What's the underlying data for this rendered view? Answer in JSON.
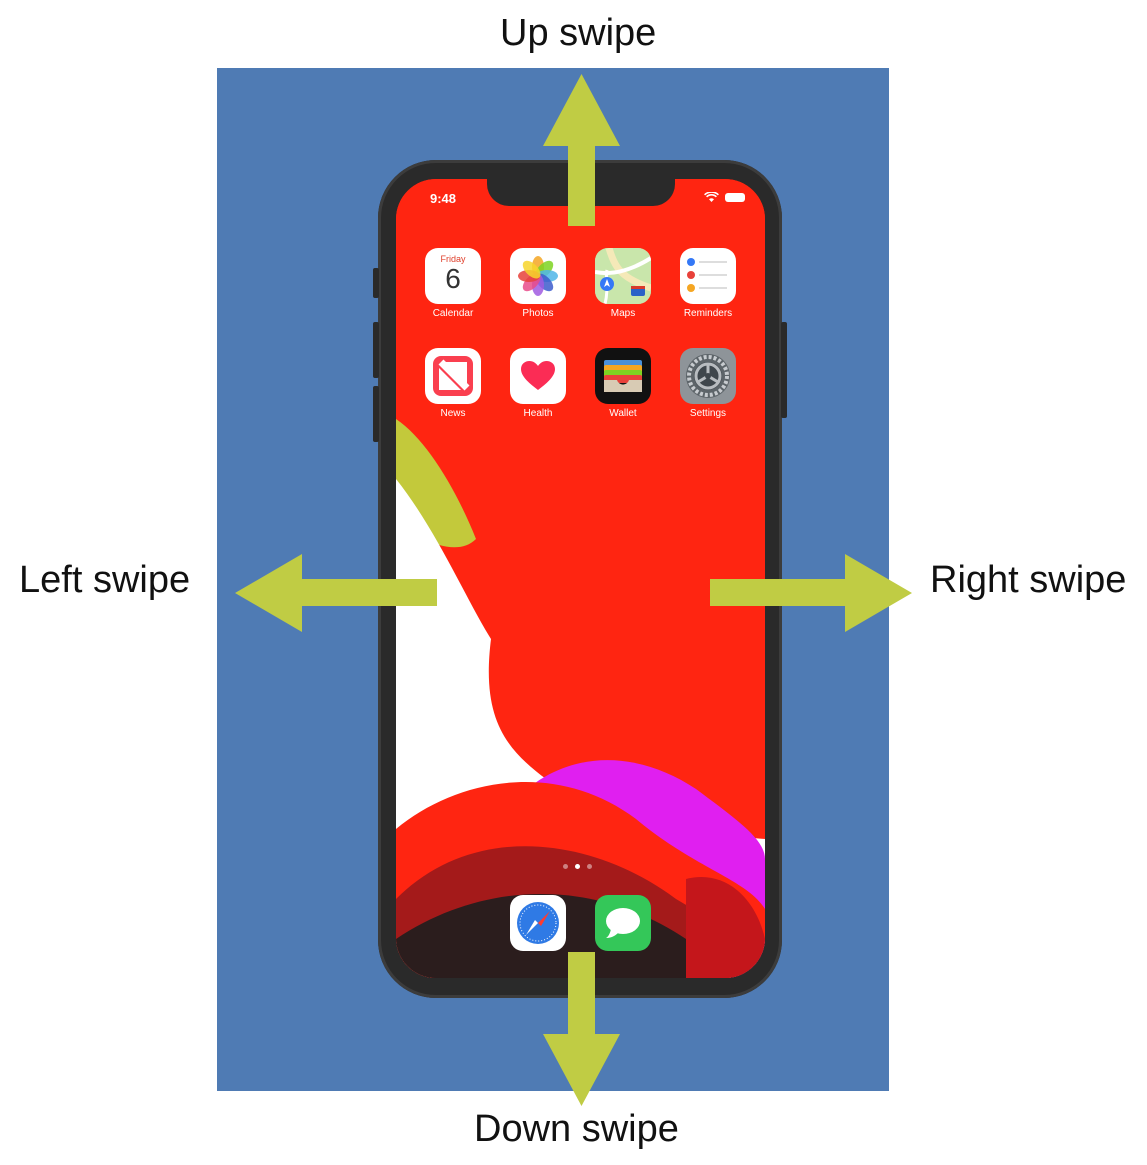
{
  "labels": {
    "up": "Up swipe",
    "down": "Down swipe",
    "left": "Left swipe",
    "right": "Right swipe"
  },
  "colors": {
    "backdrop": "#4f7bb4",
    "arrow": "#c0cc44",
    "screen": "#ff2511",
    "phone_frame": "#2a2a2a"
  },
  "phone": {
    "status_time": "9:48",
    "status_icons": [
      "wifi-icon",
      "battery-icon"
    ],
    "apps": [
      {
        "label": "Calendar",
        "icon": "calendar-icon",
        "day": "Friday",
        "date": "6"
      },
      {
        "label": "Photos",
        "icon": "photos-icon"
      },
      {
        "label": "Maps",
        "icon": "maps-icon"
      },
      {
        "label": "Reminders",
        "icon": "reminders-icon"
      },
      {
        "label": "News",
        "icon": "news-icon"
      },
      {
        "label": "Health",
        "icon": "heart-icon"
      },
      {
        "label": "Wallet",
        "icon": "wallet-icon"
      },
      {
        "label": "Settings",
        "icon": "gear-icon"
      }
    ],
    "page_dots": {
      "count": 3,
      "active": 1
    },
    "dock": [
      {
        "icon": "safari-icon"
      },
      {
        "icon": "messages-icon"
      }
    ]
  }
}
